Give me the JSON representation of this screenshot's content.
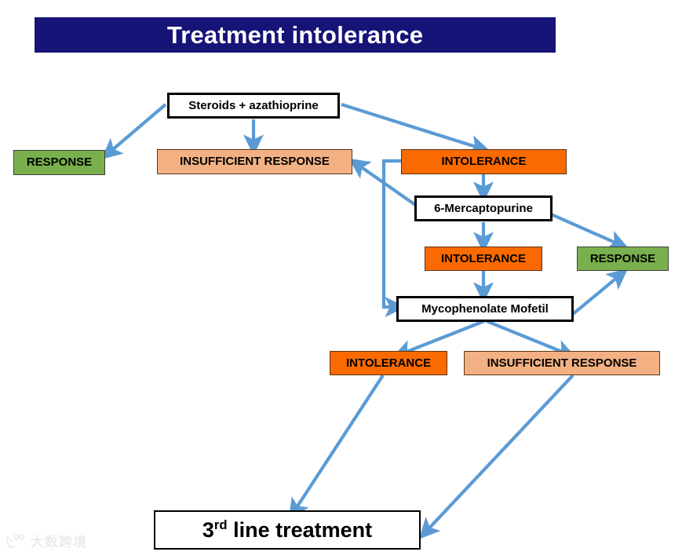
{
  "title": {
    "text": "Treatment intolerance",
    "banner_color": "#161477",
    "text_color": "#ffffff"
  },
  "palette": {
    "response_green": "#79B04D",
    "insufficient_peach": "#F3B183",
    "intolerance_orange": "#FA6A00",
    "process_white": "#ffffff",
    "arrow_blue": "#5B9BD5",
    "border_black": "#000000"
  },
  "nodes": [
    {
      "id": "steroids",
      "label": "Steroids + azathioprine",
      "type": "process"
    },
    {
      "id": "response1",
      "label": "RESPONSE",
      "type": "response"
    },
    {
      "id": "insufficient1",
      "label": "INSUFFICIENT RESPONSE",
      "type": "insufficient"
    },
    {
      "id": "intolerance1",
      "label": "INTOLERANCE",
      "type": "intolerance"
    },
    {
      "id": "mercaptopurine",
      "label": "6-Mercaptopurine",
      "type": "process"
    },
    {
      "id": "intolerance2",
      "label": "INTOLERANCE",
      "type": "intolerance"
    },
    {
      "id": "response2",
      "label": "RESPONSE",
      "type": "response"
    },
    {
      "id": "mycophenolate",
      "label": "Mycophenolate Mofetil",
      "type": "process"
    },
    {
      "id": "intolerance3",
      "label": "INTOLERANCE",
      "type": "intolerance"
    },
    {
      "id": "insufficient2",
      "label": "INSUFFICIENT RESPONSE",
      "type": "insufficient"
    },
    {
      "id": "third_line",
      "label_prefix": "3",
      "label_sup": "rd",
      "label_suffix": " line treatment",
      "type": "process-big"
    }
  ],
  "edges": [
    {
      "from": "steroids",
      "to": "response1"
    },
    {
      "from": "steroids",
      "to": "insufficient1"
    },
    {
      "from": "steroids",
      "to": "intolerance1"
    },
    {
      "from": "intolerance1",
      "to": "mercaptopurine"
    },
    {
      "from": "intolerance1",
      "to": "mycophenolate"
    },
    {
      "from": "mercaptopurine",
      "to": "insufficient1"
    },
    {
      "from": "mercaptopurine",
      "to": "intolerance2"
    },
    {
      "from": "mercaptopurine",
      "to": "response2"
    },
    {
      "from": "intolerance2",
      "to": "mycophenolate"
    },
    {
      "from": "mycophenolate",
      "to": "response2"
    },
    {
      "from": "mycophenolate",
      "to": "intolerance3"
    },
    {
      "from": "mycophenolate",
      "to": "insufficient2"
    },
    {
      "from": "intolerance3",
      "to": "third_line"
    },
    {
      "from": "insufficient2",
      "to": "third_line"
    }
  ],
  "watermark": {
    "text": "大数跨境"
  }
}
